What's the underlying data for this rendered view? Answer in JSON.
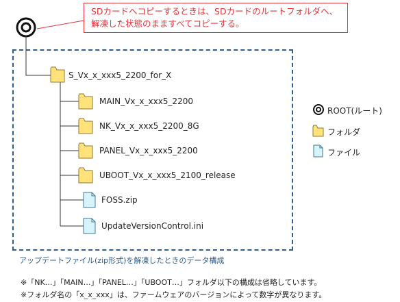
{
  "callout": {
    "line1": "SDカードへコピーするときは、SDカードのルートフォルダへ、",
    "line2": "解凍した状態のまますべてコピーする。"
  },
  "tree": {
    "root_folder": "S_Vx_x_xxx5_2200_for_X",
    "children": [
      {
        "label": "MAIN_Vx_x_xxx5_2200",
        "icon": "folder-icon"
      },
      {
        "label": "NK_Vx_x_xxx5_2200_8G",
        "icon": "folder-icon"
      },
      {
        "label": "PANEL_Vx_x_xxx5_2200",
        "icon": "folder-icon"
      },
      {
        "label": "UBOOT_Vx_x_xxx5_2100_release",
        "icon": "folder-icon"
      },
      {
        "label": "FOSS.zip",
        "icon": "file-icon"
      },
      {
        "label": "UpdateVersionControl.ini",
        "icon": "file-icon"
      }
    ]
  },
  "legend": {
    "root": "ROOT(ルート)",
    "folder": "フォルダ",
    "file": "ファイル"
  },
  "caption": "アップデートファイル(zip形式)を解凍したときのデータ構成",
  "notes": [
    "※「NK…」「MAIN…」「PANEL…」「UBOOT…」フォルダ以下の構成は省略しています。",
    "※フォルダ名の「x_x_xxx」は、ファームウェアのバージョンによって数字が異なります。"
  ],
  "colors": {
    "callout": "#e0353a",
    "folder_fill": "#ffe27a",
    "folder_stroke": "#8a7a3a",
    "file_fill": "#d9f3fb",
    "file_stroke": "#3a7a96",
    "dash_border": "#2f5d8c"
  }
}
